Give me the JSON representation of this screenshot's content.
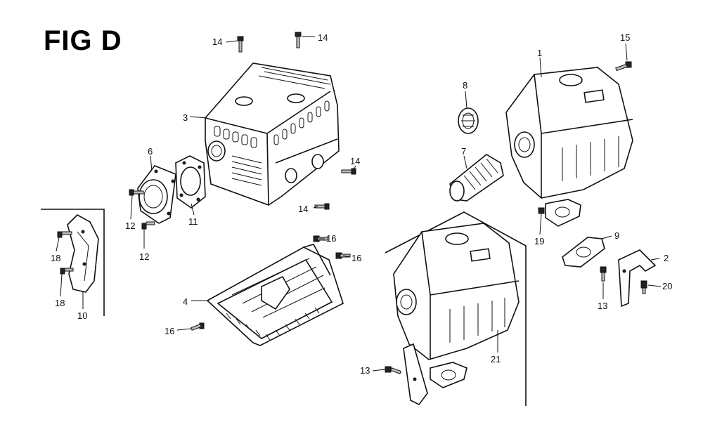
{
  "figure": {
    "title": "FIG D"
  },
  "callouts": [
    {
      "id": "c1",
      "label": "1"
    },
    {
      "id": "c2",
      "label": "2"
    },
    {
      "id": "c3",
      "label": "3"
    },
    {
      "id": "c4",
      "label": "4"
    },
    {
      "id": "c6",
      "label": "6"
    },
    {
      "id": "c7",
      "label": "7"
    },
    {
      "id": "c8",
      "label": "8"
    },
    {
      "id": "c9",
      "label": "9"
    },
    {
      "id": "c10",
      "label": "10"
    },
    {
      "id": "c11",
      "label": "11"
    },
    {
      "id": "c12a",
      "label": "12"
    },
    {
      "id": "c12b",
      "label": "12"
    },
    {
      "id": "c13a",
      "label": "13"
    },
    {
      "id": "c13b",
      "label": "13"
    },
    {
      "id": "c14a",
      "label": "14"
    },
    {
      "id": "c14b",
      "label": "14"
    },
    {
      "id": "c14c",
      "label": "14"
    },
    {
      "id": "c14d",
      "label": "14"
    },
    {
      "id": "c15",
      "label": "15"
    },
    {
      "id": "c16a",
      "label": "16"
    },
    {
      "id": "c16b",
      "label": "16"
    },
    {
      "id": "c16c",
      "label": "16"
    },
    {
      "id": "c18a",
      "label": "18"
    },
    {
      "id": "c18b",
      "label": "18"
    },
    {
      "id": "c19",
      "label": "19"
    },
    {
      "id": "c20",
      "label": "20"
    },
    {
      "id": "c21",
      "label": "21"
    }
  ]
}
